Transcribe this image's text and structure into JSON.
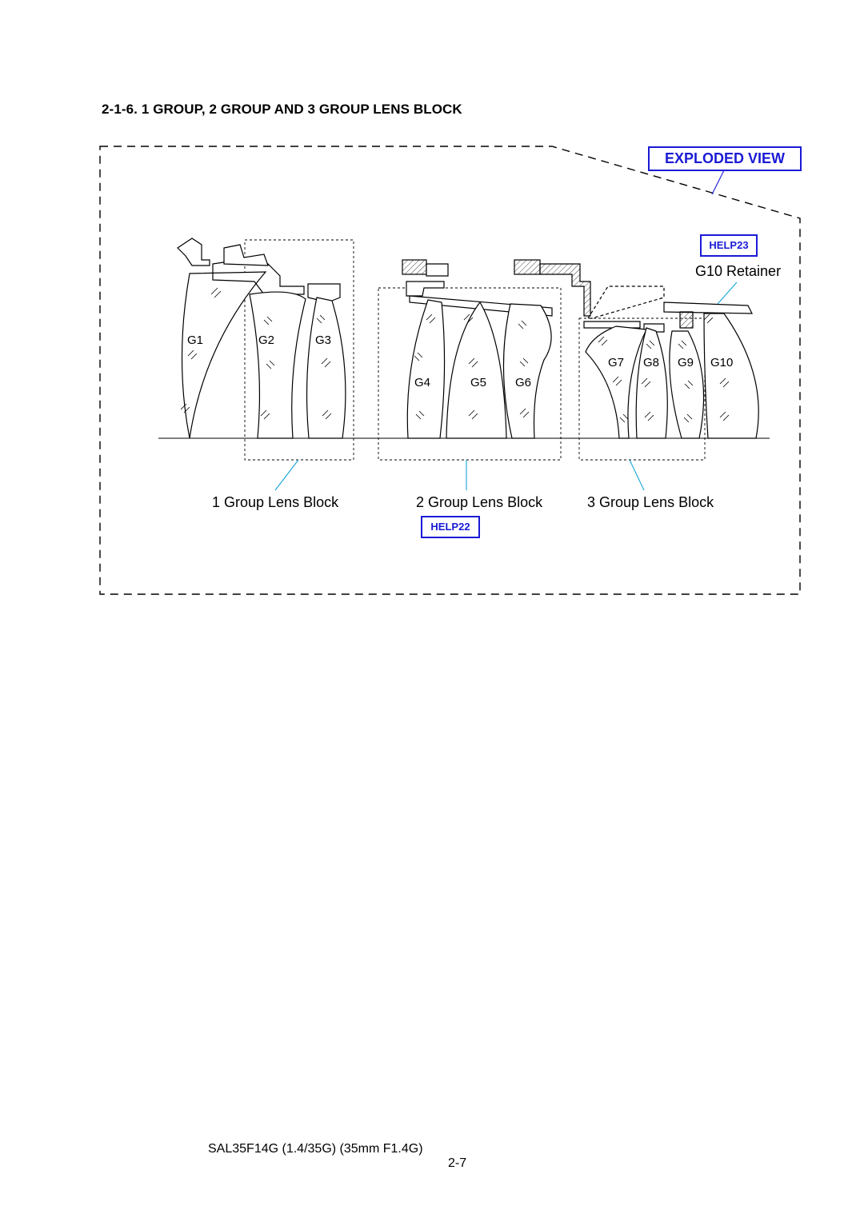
{
  "section": {
    "title": "2-1-6. 1 GROUP, 2 GROUP AND 3 GROUP LENS BLOCK"
  },
  "links": {
    "exploded_view": "EXPLODED VIEW",
    "help23": "HELP23",
    "help22": "HELP22"
  },
  "labels": {
    "retainer": "G10 Retainer",
    "g1": "G1",
    "g2": "G2",
    "g3": "G3",
    "g4": "G4",
    "g5": "G5",
    "g6": "G6",
    "g7": "G7",
    "g8": "G8",
    "g9": "G9",
    "g10": "G10"
  },
  "blocks": {
    "block1": "1 Group Lens Block",
    "block2": "2 Group Lens Block",
    "block3": "3 Group Lens Block"
  },
  "footer": {
    "model": "SAL35F14G (1.4/35G) (35mm F1.4G)",
    "page": "2-7"
  },
  "colors": {
    "link": "#1a1ad6",
    "leader": "#19a5d6",
    "hatch": "#444444"
  }
}
